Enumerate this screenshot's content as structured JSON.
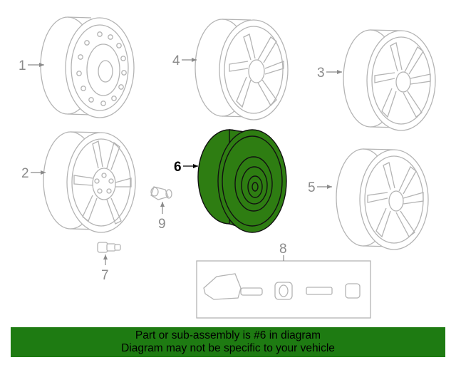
{
  "callouts": {
    "c1": "1",
    "c2": "2",
    "c3": "3",
    "c4": "4",
    "c5": "5",
    "c6": "6",
    "c7": "7",
    "c8": "8",
    "c9": "9"
  },
  "highlight": {
    "part": "6",
    "color": "#2e7d12"
  },
  "banner": {
    "line1": "Part or sub-assembly is #6 in diagram",
    "line2": "Diagram may not be specific to your vehicle",
    "color": "#1e7b12"
  }
}
